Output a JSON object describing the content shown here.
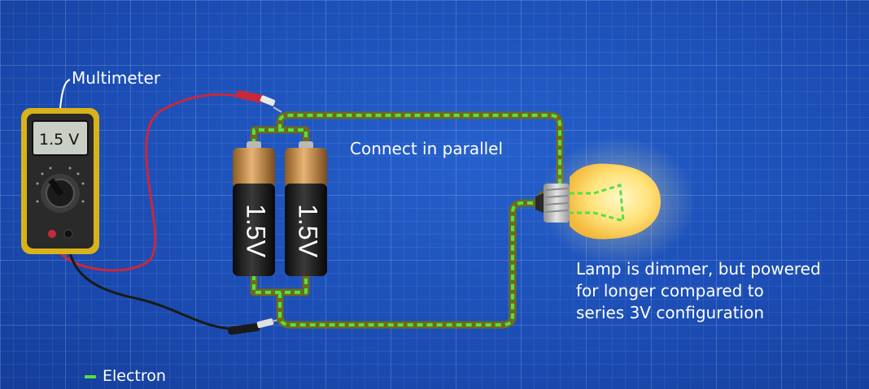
{
  "labels": {
    "multimeter": "Multimeter",
    "connect_parallel": "Connect in parallel",
    "note_lines": [
      "Lamp is dimmer, but powered",
      "for longer compared to",
      "series 3V configuration"
    ]
  },
  "legend": {
    "text": "Electron",
    "color": "#55e040"
  },
  "multimeter": {
    "display": "1.5 V"
  },
  "batteries": [
    {
      "label": "1.5V"
    },
    {
      "label": "1.5V"
    }
  ],
  "colors": {
    "background": "#1d4fb8",
    "electron": "#55e040",
    "probe_red": "#c8283c",
    "probe_black": "#1a1a1a",
    "meter_body": "#d9b21a"
  }
}
